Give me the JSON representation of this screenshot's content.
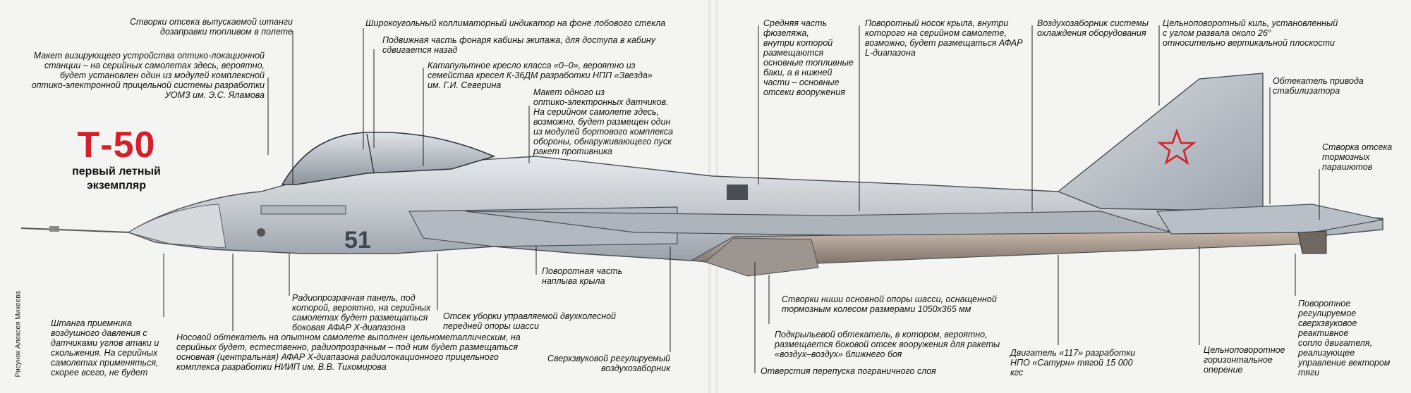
{
  "title": {
    "main": "Т-50",
    "subtitle": "первый летный\nэкземпляр"
  },
  "credit": "Рисунок Алексея Михеева",
  "tail_number": "51",
  "colors": {
    "title": "#d4202a",
    "star": "#d4202a",
    "skin": "#c3c8ce",
    "leader": "#222222"
  },
  "labels": {
    "refuel_door": "Створки отсека выпускаемой штанги\nдозаправки топливом в полете",
    "irst_mockup": "Макет визирующего устройства оптико-локационной\nстанции – на серийных самолетах здесь, вероятно,\nбудет установлен один из модулей комплексной\nоптико-электронной прицельной системы разработки\nУОМЗ им. Э.С. Яламова",
    "hud": "Широкоугольный коллиматорный индикатор на фоне лобового стекла",
    "canopy": "Подвижная часть фонаря кабины экипажа, для доступа в кабину\nсдвигается назад",
    "seat": "Катапультное кресло класса «0–0», вероятно из\nсемейства кресел К-36ДМ разработки НПП «Звезда»\nим. Г.И. Северина",
    "sensor_mockup": "Макет одного из\nоптико-электронных датчиков.\nНа серийном самолете здесь,\nвозможно, будет размещен один\nиз модулей бортового комплекса\nобороны, обнаруживающего пуск\nракет противника",
    "mid_fuselage": "Средняя часть\nфюзеляжа,\nвнутри которой\nразмещаются\nосновные топливные\nбаки, а в нижней\nчасти – основные\nотсеки вооружения",
    "lex": "Поворотный носок крыла, внутри\nкоторого на серийном самолете,\nвозможно, будет размещаться АФАР\nL-диапазона",
    "cooling_intake": "Воздухозаборник системы\nохлаждения оборудования",
    "fin": "Цельноповоротный киль, установленный\nс углом развала около 26°\nотносительно вертикальной плоскости",
    "stab_fairing": "Обтекатель привода\nстабилизатора",
    "chute_door": "Створка отсека\nтормозных\nпарашютов",
    "pitot": "Штанга приемника\nвоздушного давления с\nдатчиками углов атаки и\nскольжения. На серийных\nсамолетах применяться,\nскорее всего, не будет",
    "radome": "Носовой обтекатель на опытном самолете выполнен цельнометаллическим, на\nсерийных будет, естественно, радиопрозрачным – под ним будет размещаться\nосновная (центральная) АФАР Х-диапазона радиолокационного прицельного\nкомплекса разработки НИИП им. В.В. Тихомирова",
    "radio_panel": "Радиопрозрачная панель, под\nкоторой, вероятно, на серийных\nсамолетах будет размещаться\nбоковая АФАР Х-диапазона",
    "nose_gear_bay": "Отсек уборки управляемой двухколесной\nпередней опоры шасси",
    "lerx": "Поворотная часть\nнаплыва крыла",
    "intake": "Сверхзвуковой регулируемый\nвоздухозаборник",
    "main_gear_doors": "Створки ниши основной опоры шасси, оснащенной\nтормозным колесом размерами 1050х365 мм",
    "side_bay": "Подкрыльевой обтекатель, в котором, вероятно,\nразмещается боковой отсек вооружения для ракеты\n«воздух–воздух» ближнего боя",
    "bleed": "Отверстия перепуска пограничного слоя",
    "engine": "Двигатель «117» разработки\nНПО «Сатурн» тягой 15 000 кгс",
    "stabilizer": "Цельноповоротное\nгоризонтальное\nоперение",
    "nozzle": "Поворотное\nрегулируемое\nсверхзвуковое\nреактивное\nсопло двигателя,\nреализующее\nуправление вектором\nтяги"
  }
}
